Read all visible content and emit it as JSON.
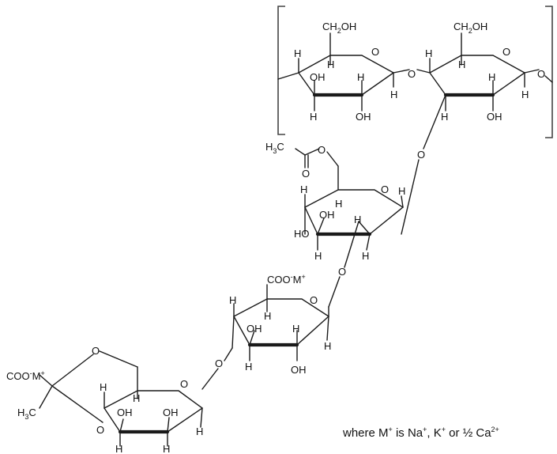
{
  "structure": {
    "groups": {
      "ch2oh": "CH2OH",
      "oh": "OH",
      "ho": "HO",
      "h": "H",
      "o": "O",
      "acetyl_ch3": "H3C",
      "methyl_ch3": "H3C",
      "carboxylate": "COO-M+"
    }
  },
  "caption": {
    "prefix": "where M",
    "plus": "+",
    "mid1": " is Na",
    "mid2": ", K",
    "mid3": " or ½ Ca",
    "charge2": "2+"
  }
}
